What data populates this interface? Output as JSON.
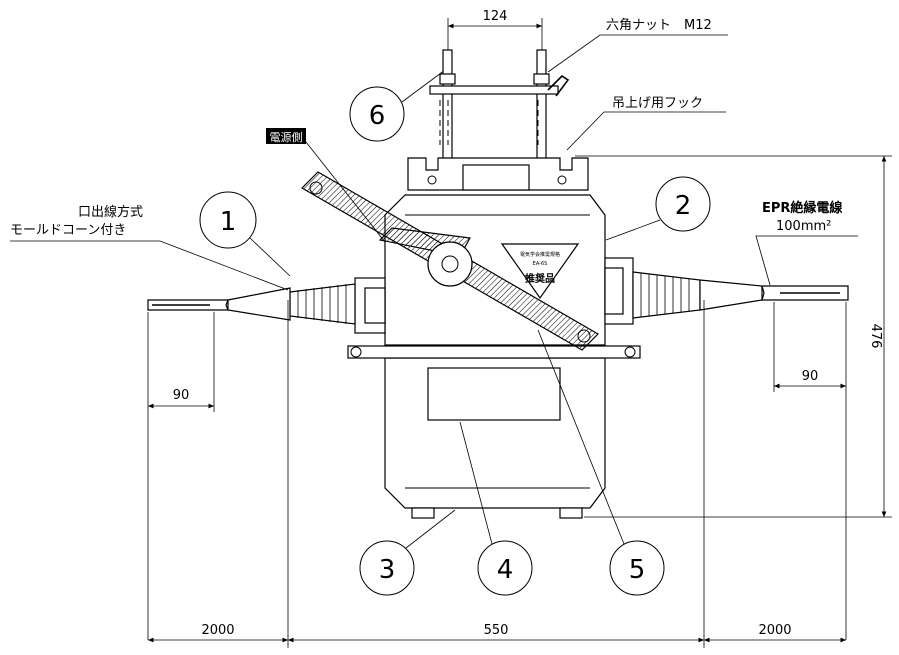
{
  "dimensions": {
    "top_width": "124",
    "left_strip": "90",
    "right_strip": "90",
    "height": "476",
    "bottom_left": "2000",
    "bottom_center": "550",
    "bottom_right": "2000"
  },
  "labels": {
    "hex_nut": "六角ナット　M12",
    "hook": "吊上げ用フック",
    "power_side": "電源側",
    "left_line_1": "口出線方式",
    "left_line_2": "モールドコーン付き",
    "right_line_1": "EPR絶縁電線",
    "right_line_2": "100mm²",
    "badge_main": "推奨品",
    "badge_top": "電気学会推奨規格",
    "badge_mid": "EA-6S"
  },
  "callouts": [
    "1",
    "2",
    "3",
    "4",
    "5",
    "6"
  ]
}
